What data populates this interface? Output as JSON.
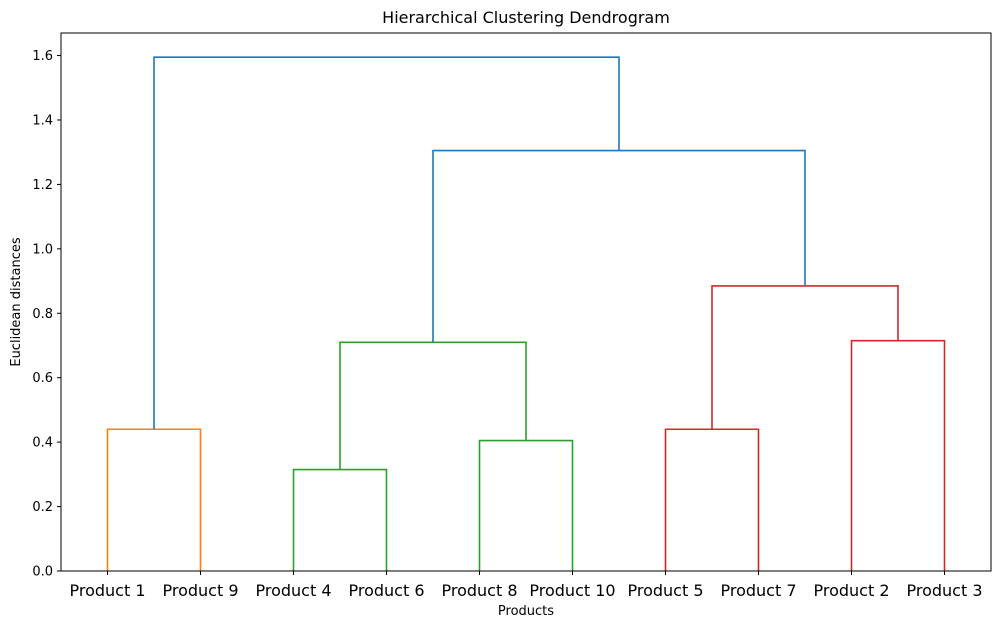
{
  "chart_data": {
    "type": "dendrogram",
    "title": "Hierarchical Clustering Dendrogram",
    "xlabel": "Products",
    "ylabel": "Euclidean distances",
    "ylim": [
      0,
      1.67
    ],
    "yticks": [
      "0.0",
      "0.2",
      "0.4",
      "0.6",
      "0.8",
      "1.0",
      "1.2",
      "1.4",
      "1.6"
    ],
    "leaves": [
      "Product 1",
      "Product 9",
      "Product 4",
      "Product 6",
      "Product 8",
      "Product 10",
      "Product 5",
      "Product 7",
      "Product 2",
      "Product 3"
    ],
    "merges": [
      {
        "left": "Product 1",
        "right": "Product 9",
        "height": 0.44,
        "color": "#ff7f0e"
      },
      {
        "left": "Product 4",
        "right": "Product 6",
        "height": 0.315,
        "color": "#2ca02c"
      },
      {
        "left": "Product 8",
        "right": "Product 10",
        "height": 0.405,
        "color": "#2ca02c"
      },
      {
        "left": "(Product 4, Product 6)",
        "right": "(Product 8, Product 10)",
        "height": 0.71,
        "color": "#2ca02c"
      },
      {
        "left": "Product 5",
        "right": "Product 7",
        "height": 0.44,
        "color": "#d62728"
      },
      {
        "left": "Product 2",
        "right": "Product 3",
        "height": 0.715,
        "color": "#d62728"
      },
      {
        "left": "(Product 5, Product 7)",
        "right": "(Product 2, Product 3)",
        "height": 0.885,
        "color": "#d62728"
      },
      {
        "left": "(Products 4, 6, 8, 10)",
        "right": "(Products 5, 7, 2, 3)",
        "height": 1.305,
        "color": "#1f77b4"
      },
      {
        "left": "(Product 1, Product 9)",
        "right": "(remaining 8 products)",
        "height": 1.595,
        "color": "#1f77b4"
      }
    ]
  }
}
